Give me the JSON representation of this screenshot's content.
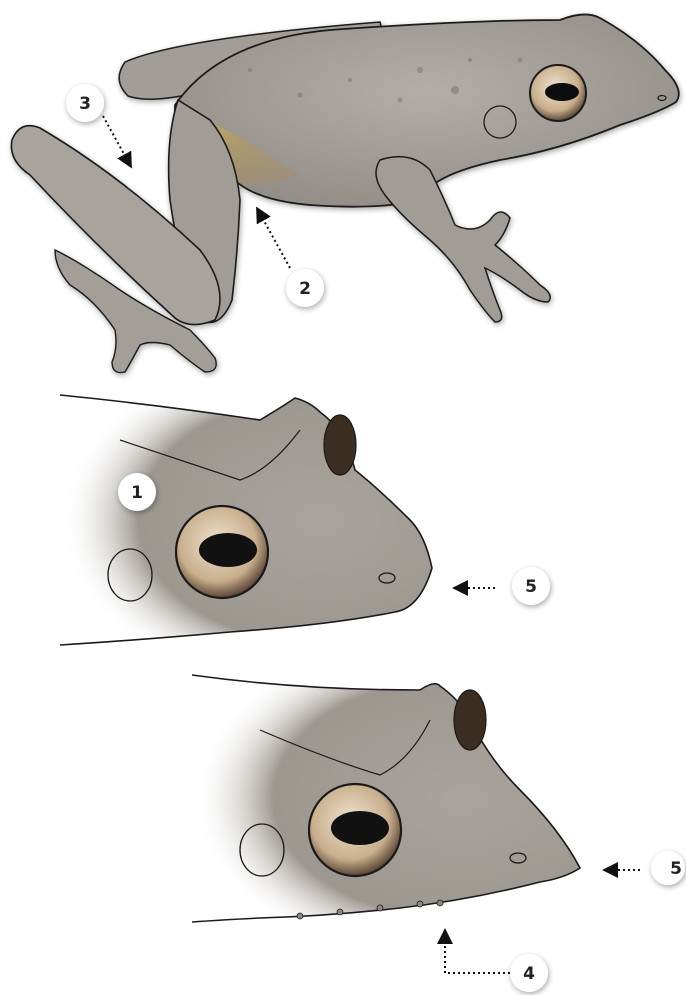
{
  "figure": {
    "panels": [
      {
        "id": "lateral-body"
      },
      {
        "id": "head-detail-a"
      },
      {
        "id": "head-detail-b"
      }
    ],
    "callouts": [
      {
        "id": "c3",
        "label": "3"
      },
      {
        "id": "c2",
        "label": "2"
      },
      {
        "id": "c1",
        "label": "1"
      },
      {
        "id": "c5a",
        "label": "5"
      },
      {
        "id": "c5b",
        "label": "5"
      },
      {
        "id": "c4",
        "label": "4"
      }
    ],
    "colors": {
      "skin": "#a6a19a",
      "skin_dark": "#8c877f",
      "outline": "#1a1a1a",
      "iris": "#cdb79a",
      "pupil": "#111111",
      "groin_flash": "#c9b54a",
      "badge_fill": "#ffffff"
    }
  }
}
